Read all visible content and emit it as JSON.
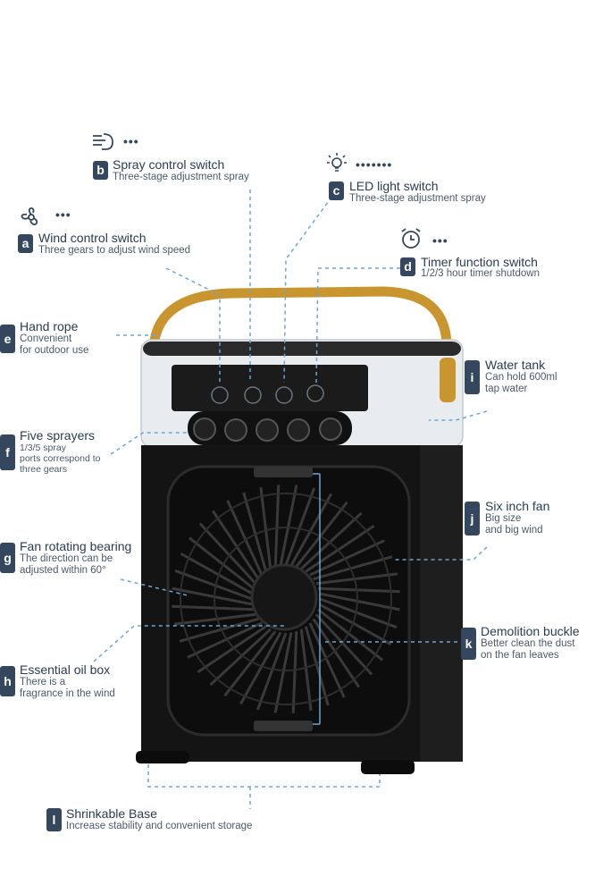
{
  "colors": {
    "badge": "#34475f",
    "handle": "#c8952e",
    "body": "#121212",
    "guide": "#6aa6d6"
  },
  "callouts": {
    "a": {
      "letter": "a",
      "title": "Wind control switch",
      "desc": [
        "Three gears to adjust wind speed"
      ],
      "icon": "fan-icon",
      "dots": "•••"
    },
    "b": {
      "letter": "b",
      "title": "Spray control switch",
      "desc": [
        "Three-stage adjustment spray"
      ],
      "icon": "spray-icon",
      "dots": "•••"
    },
    "c": {
      "letter": "c",
      "title": "LED light switch",
      "desc": [
        "Three-stage adjustment spray"
      ],
      "icon": "light-bulb-icon",
      "dots": "•••••••"
    },
    "d": {
      "letter": "d",
      "title": "Timer function switch",
      "desc": [
        "1/2/3 hour timer shutdown"
      ],
      "icon": "alarm-clock-icon",
      "dots": "•••"
    },
    "e": {
      "letter": "e",
      "title": "Hand rope",
      "desc": [
        "Convenient",
        "for outdoor use"
      ]
    },
    "f": {
      "letter": "f",
      "title": "Five sprayers",
      "desc": [
        "1/3/5 spray",
        "ports correspond to",
        "three gears"
      ]
    },
    "g": {
      "letter": "g",
      "title": "Fan rotating bearing",
      "desc": [
        "The direction can be",
        "adjusted within 60°"
      ]
    },
    "h": {
      "letter": "h",
      "title": "Essential oil box",
      "desc": [
        "There is a",
        "fragrance in the wind"
      ]
    },
    "i": {
      "letter": "i",
      "title": "Water tank",
      "desc": [
        "Can hold 600ml",
        "tap water"
      ]
    },
    "j": {
      "letter": "j",
      "title": "Six inch fan",
      "desc": [
        "Big size",
        "and big wind"
      ]
    },
    "k": {
      "letter": "k",
      "title": "Demolition buckle",
      "desc": [
        "Better clean the dust",
        "on the fan leaves"
      ]
    },
    "l": {
      "letter": "l",
      "title": "Shrinkable Base",
      "desc": [
        "Increase stability and convenient storage"
      ]
    }
  }
}
